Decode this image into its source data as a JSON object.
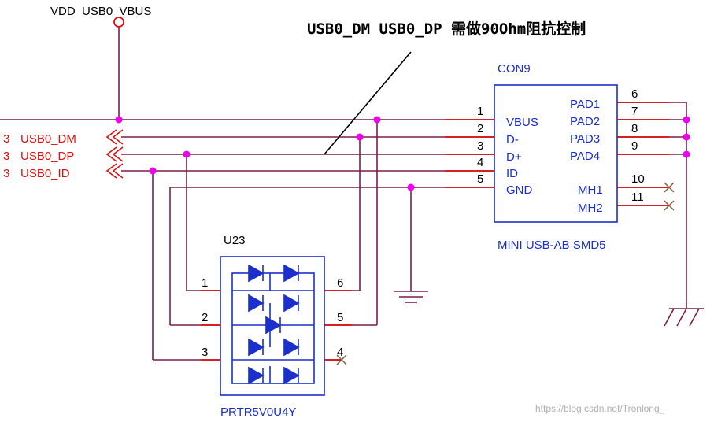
{
  "power": {
    "name": "VDD_USB0_VBUS"
  },
  "note": {
    "text": "USB0_DM USB0_DP 需做90Ohm阻抗控制"
  },
  "connector": {
    "ref": "CON9",
    "part": "MINI USB-AB SMD5",
    "left_pins": [
      {
        "num": "1",
        "name": "VBUS"
      },
      {
        "num": "2",
        "name": "D-"
      },
      {
        "num": "3",
        "name": "D+"
      },
      {
        "num": "4",
        "name": "ID"
      },
      {
        "num": "5",
        "name": "GND"
      }
    ],
    "right_pins": [
      {
        "num": "6",
        "name": "PAD1"
      },
      {
        "num": "7",
        "name": "PAD2"
      },
      {
        "num": "8",
        "name": "PAD3"
      },
      {
        "num": "9",
        "name": "PAD4"
      },
      {
        "num": "10",
        "name": "MH1"
      },
      {
        "num": "11",
        "name": "MH2"
      }
    ]
  },
  "nets": [
    {
      "sheet": "3",
      "name": "USB0_DM"
    },
    {
      "sheet": "3",
      "name": "USB0_DP"
    },
    {
      "sheet": "3",
      "name": "USB0_ID"
    }
  ],
  "tvs": {
    "ref": "U23",
    "part": "PRTR5V0U4Y",
    "pins": [
      "1",
      "2",
      "3",
      "6",
      "5",
      "4"
    ]
  },
  "watermark": "https://blog.csdn.net/Tronlong_",
  "colors": {
    "wire": "#7a1f4a",
    "net_label": "#dd1111",
    "component": "#1a2fcc",
    "junction": "#ee00ee",
    "no_connect": "#8a5a3a",
    "text": "#000000"
  }
}
